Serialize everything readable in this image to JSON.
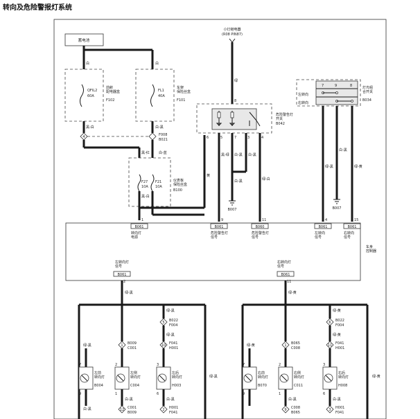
{
  "title": "转向及危险警报灯系统",
  "top": {
    "battery": "蓄电池",
    "small_relay": "小灯继电器",
    "small_relay_pin": "(R08 PIN87)",
    "wire_green": "绿",
    "wire_white": "白",
    "qfl2_name": "QFIL2",
    "qfl2_amp": "60A",
    "qfl2_desc": "前舱\n配电器盒",
    "qfl2_code": "F102",
    "fl1_name": "FL1",
    "fl1_amp": "40A",
    "fl1_desc": "车架\n保险丝盒",
    "fl1_code": "F101",
    "black_white": "黑-白",
    "white_black": "白-黑",
    "conn4": "4",
    "conn2_code": "F008",
    "conn2_code2": "B021"
  },
  "ip_fuse": {
    "label1": "黑-红",
    "label2": "白-蓝",
    "f27": "F27",
    "f27_amp": "10A",
    "f21": "F21",
    "f21_amp": "10A",
    "desc": "仪表板\n保险丝盒",
    "code": "B100",
    "wire_below": "黑-白"
  },
  "hazard_switch": {
    "name": "危险警告灯\n开关",
    "code": "B042",
    "pins": [
      "6",
      "5",
      "7",
      "3",
      "4",
      "8"
    ],
    "wire_red": "黄",
    "wire_bw": "黑-绿",
    "wire_wb": "白-黑",
    "wire_wr": "白-黑",
    "wire_gw": "绿-白",
    "ground": "B007"
  },
  "turn_switch": {
    "name": "灯光组\n合开关",
    "code": "B034",
    "pins": [
      "7",
      "9",
      "8"
    ],
    "rows": [
      "左转向",
      "右转向"
    ],
    "wire_wb": "白-黑",
    "wire_lb": "绿-黑",
    "wire_gy": "绿-黄",
    "ground": "B007"
  },
  "bcm": {
    "name": "车身\n控制器",
    "inputs": [
      {
        "conn": "B061",
        "pin": "1",
        "label": "转向灯\n电源"
      },
      {
        "conn": "B061",
        "pin": "9",
        "label": "危险警告灯\n信号"
      },
      {
        "conn": "B060",
        "pin": "11",
        "label": "危险警告灯\n信号"
      },
      {
        "conn": "B061",
        "pin": "4",
        "label": "左转向\n信号"
      },
      {
        "conn": "B061",
        "pin": "15",
        "label": "右转向\n信号"
      }
    ],
    "left_out": {
      "label": "左转向灯\n信号",
      "conn": "B061",
      "pin": "2",
      "wire": "绿-黑"
    },
    "right_out": {
      "label": "右转向灯\n信号",
      "conn": "B061",
      "pin": "11",
      "wire": "绿-黄"
    }
  },
  "left_group": {
    "wire_lb": "绿-黑",
    "wire_lb2": "绿-黑",
    "b022": "B022",
    "f004": "F004",
    "b009": "B009",
    "c001": "C001",
    "f041": "F041",
    "h001": "H001",
    "lamps": [
      {
        "name": "左前\n转向灯",
        "code": "B004",
        "pin_top": "7",
        "pin_bot": "9"
      },
      {
        "name": "左侧\n转向灯",
        "code": "C004",
        "pin_top": "2",
        "pin_bot": "1"
      },
      {
        "name": "左后\n转向灯",
        "code": "H003",
        "pin_top": "3",
        "pin_bot": "6"
      }
    ],
    "side_wire": "绿-黑",
    "bot_wire1": "白-黑",
    "bot_wire2": "白-黑",
    "bot_wire3": "白-黑",
    "c001b": "C001",
    "b009b": "B009",
    "h001b": "H001",
    "f041b": "F041"
  },
  "right_group": {
    "b022": "B022",
    "f004": "F004",
    "b065": "B065",
    "c008": "C008",
    "f041": "F041",
    "h001": "H001",
    "wire_gy": "绿-黄",
    "lamps": [
      {
        "name": "右前\n转向灯",
        "code": "B070",
        "pin_top": "7",
        "pin_bot": "9"
      },
      {
        "name": "右侧\n转向灯",
        "code": "C011",
        "pin_top": "2",
        "pin_bot": "1"
      },
      {
        "name": "右后\n转向灯",
        "code": "H008",
        "pin_top": "3",
        "pin_bot": "6"
      }
    ],
    "side_wire": "绿-黄",
    "bot_wire": "白-黑",
    "c008b": "C008",
    "b065b": "B065",
    "h001b": "H001",
    "f041b": "F041"
  }
}
